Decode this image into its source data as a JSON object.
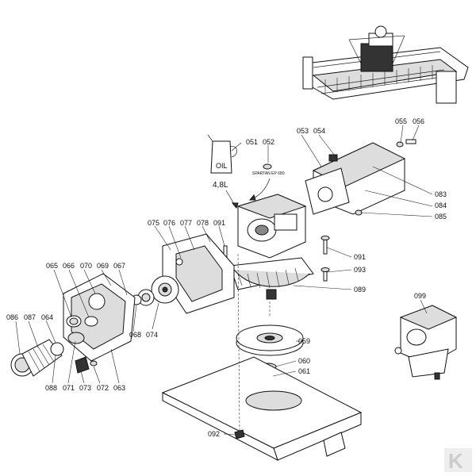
{
  "labels": {
    "051": "051",
    "052": "052",
    "053": "053",
    "054": "054",
    "055": "055",
    "056": "056",
    "083": "083",
    "084": "084",
    "085": "085",
    "075": "075",
    "076": "076",
    "077": "077",
    "078": "078",
    "091a": "091",
    "091b": "091",
    "093": "093",
    "089": "089",
    "065": "065",
    "066": "066",
    "070": "070",
    "069": "069",
    "067": "067",
    "086": "086",
    "087": "087",
    "064": "064",
    "068": "068",
    "074": "074",
    "088": "088",
    "071": "071",
    "073": "073",
    "072": "072",
    "063": "063",
    "059": "059",
    "060": "060",
    "061": "061",
    "092": "092",
    "099": "099"
  },
  "oil_can_text": "OIL",
  "oil_volume": "4,8L",
  "oil_spec": "SPARTAN EP 680",
  "logo_letter": "K"
}
